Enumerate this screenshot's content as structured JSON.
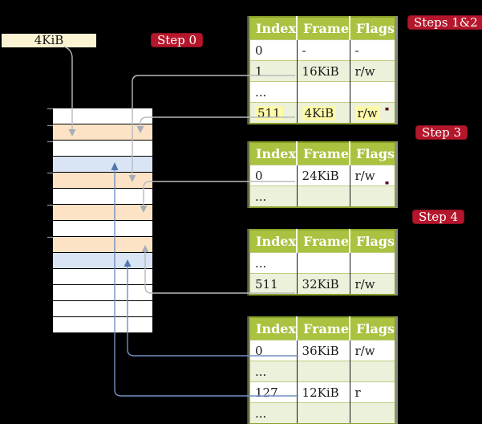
{
  "colors": {
    "background": "#000000",
    "badge_red": "#B4162B",
    "frame_box_cream": "#FCF3D3",
    "table_header_green": "#A9C23F",
    "table_row_pale_green": "#EBF1DA",
    "table_border_olive": "#89A02C",
    "highlight_yellow": "#FCF9A9",
    "memory_row_orange": "#FCE3C5",
    "memory_row_blue": "#D9E4F4",
    "gray_connector": "#B7BABE",
    "blue_connector": "#7090C2"
  },
  "frame_box": {
    "label": "4KiB"
  },
  "badges": {
    "step0": {
      "label": "Step 0"
    },
    "steps12": {
      "label": "Steps 1&2"
    },
    "step3": {
      "label": "Step 3"
    },
    "step4": {
      "label": "Step 4"
    }
  },
  "memory": {
    "rows": [
      "white",
      "orange",
      "white",
      "blue",
      "orange",
      "white",
      "orange",
      "white",
      "orange",
      "blue",
      "white",
      "white",
      "white",
      "white"
    ]
  },
  "tables": [
    {
      "name": "page-table-steps-1-2",
      "columns": [
        "Index",
        "Frame",
        "Flags"
      ],
      "rows": [
        {
          "cells": [
            "0",
            "-",
            "-"
          ],
          "shade": "white",
          "highlight": false
        },
        {
          "cells": [
            "1",
            "16KiB",
            "r/w"
          ],
          "shade": "green",
          "highlight": false
        },
        {
          "cells": [
            "...",
            "",
            ""
          ],
          "shade": "white",
          "highlight": false
        },
        {
          "cells": [
            "511",
            "4KiB",
            "r/w"
          ],
          "shade": "green",
          "highlight": true
        }
      ]
    },
    {
      "name": "page-table-step-3",
      "columns": [
        "Index",
        "Frame",
        "Flags"
      ],
      "rows": [
        {
          "cells": [
            "0",
            "24KiB",
            "r/w"
          ],
          "shade": "white",
          "highlight": false
        },
        {
          "cells": [
            "...",
            "",
            ""
          ],
          "shade": "green",
          "highlight": false
        }
      ]
    },
    {
      "name": "page-table-step-4",
      "columns": [
        "Index",
        "Frame",
        "Flags"
      ],
      "rows": [
        {
          "cells": [
            "...",
            "",
            ""
          ],
          "shade": "white",
          "highlight": false
        },
        {
          "cells": [
            "511",
            "32KiB",
            "r/w"
          ],
          "shade": "green",
          "highlight": false
        }
      ]
    },
    {
      "name": "page-table-final",
      "columns": [
        "Index",
        "Frame",
        "Flags"
      ],
      "rows": [
        {
          "cells": [
            "0",
            "36KiB",
            "r/w"
          ],
          "shade": "white",
          "highlight": false
        },
        {
          "cells": [
            "...",
            "",
            ""
          ],
          "shade": "green",
          "highlight": false
        },
        {
          "cells": [
            "127",
            "12KiB",
            "r"
          ],
          "shade": "white",
          "highlight": false
        },
        {
          "cells": [
            "...",
            "",
            ""
          ],
          "shade": "green",
          "highlight": false
        }
      ]
    }
  ]
}
